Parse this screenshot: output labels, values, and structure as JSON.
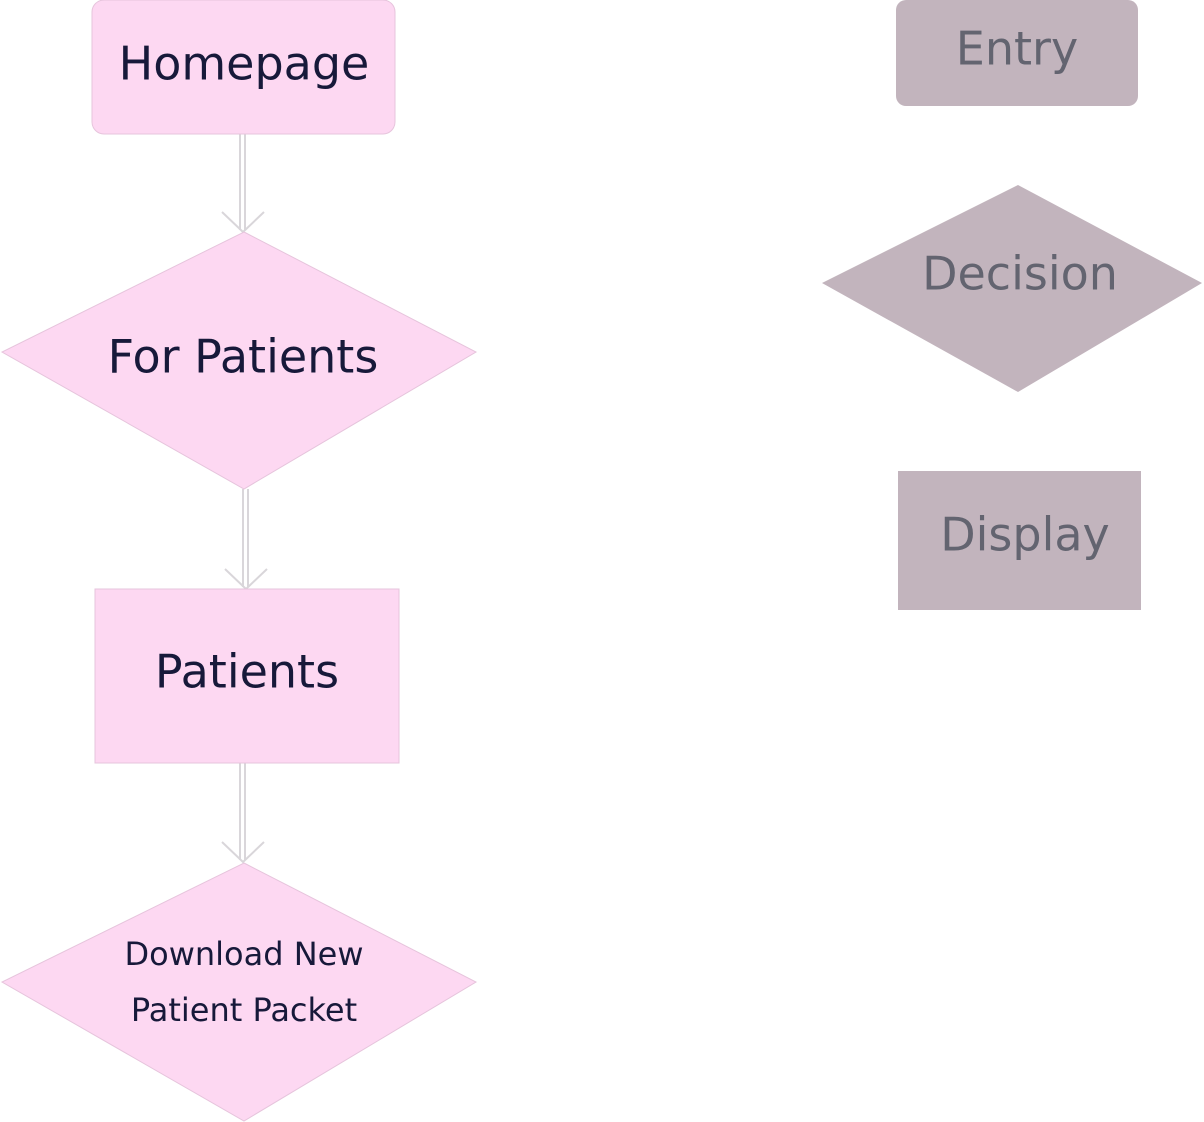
{
  "colors": {
    "flow_fill": "#fdd8f2",
    "flow_text": "#17193a",
    "legend_fill": "#c2b4bd",
    "legend_text": "#636470",
    "connector": "#d9d6da"
  },
  "flow": {
    "nodes": [
      {
        "id": "homepage",
        "shape": "rounded-rectangle",
        "label": "Homepage"
      },
      {
        "id": "for-patients",
        "shape": "diamond",
        "label": "For Patients"
      },
      {
        "id": "patients",
        "shape": "rectangle",
        "label": "Patients"
      },
      {
        "id": "download-packet",
        "shape": "diamond",
        "label_lines": [
          "Download New",
          "Patient Packet"
        ]
      }
    ],
    "connectors": [
      {
        "from": "homepage",
        "to": "for-patients"
      },
      {
        "from": "for-patients",
        "to": "patients"
      },
      {
        "from": "patients",
        "to": "download-packet"
      }
    ]
  },
  "legend": {
    "items": [
      {
        "id": "entry",
        "shape": "rounded-rectangle",
        "label": "Entry"
      },
      {
        "id": "decision",
        "shape": "diamond",
        "label": "Decision"
      },
      {
        "id": "display",
        "shape": "rectangle",
        "label": "Display"
      }
    ]
  }
}
